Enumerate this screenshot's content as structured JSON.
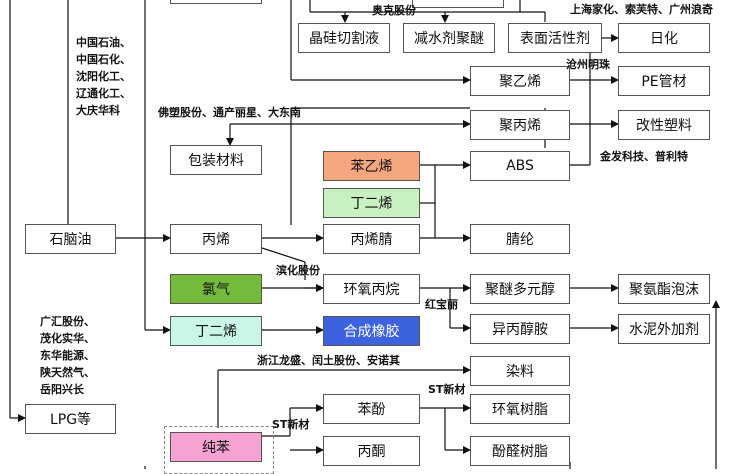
{
  "nodes": {
    "jinggui": "晶硅切割液",
    "jianshui": "减水剂聚醚",
    "biaomian": "表面活性剂",
    "rihua": "日化",
    "juyixi": "聚乙烯",
    "pe": "PE管材",
    "baozhuang": "包装材料",
    "jubingxi": "聚丙烯",
    "gaixing": "改性塑料",
    "benyixi": "苯乙烯",
    "abs": "ABS",
    "dingerxi1": "丁二烯",
    "shinaoyou": "石脑油",
    "bingxi": "丙烯",
    "bingxijing": "丙烯腈",
    "jinglun": "腈纶",
    "luqi": "氯气",
    "huanyang": "环氧丙烷",
    "jumi": "聚醚多元醇",
    "juanzhi": "聚氨酯泡沫",
    "dingerxi2": "丁二烯",
    "hechengxiangjiao": "合成橡胶",
    "yibingchun": "异丙醇胺",
    "shuini": "水泥外加剂",
    "ranliao": "染料",
    "lpg": "LPG等",
    "benfen": "苯酚",
    "huanyangshuzhi": "环氧树脂",
    "chunben": "纯苯",
    "bingtong": "丙酮",
    "fenquan": "酚醛树脂"
  },
  "labels": {
    "zhongguo": [
      "中国石油、",
      "中国石化、",
      "沈阳化工、",
      "辽通化工、",
      "大庆华科"
    ],
    "aoke": "奥克股份",
    "shanghai": "上海家化、索芙特、广州浪奇",
    "cangzhou": "沧州明珠",
    "fosu": "佛塑股份、通产丽星、大东南",
    "jinfa": "金发科技、普利特",
    "binhua": "滨化股份",
    "hongbaoli": "红宝丽",
    "guanghui": [
      "广汇股份、",
      "茂化实华、",
      "东华能源、",
      "陕天然气、",
      "岳阳兴长"
    ],
    "zhejiang": "浙江龙盛、闰土股份、安诺其",
    "st1": "ST新材",
    "st2": "ST新材"
  },
  "colors": {
    "benyixi": "#f5a77f",
    "dingerxi1": "#c8f0c0",
    "luqi": "#74bb3c",
    "dingerxi2": "#c9f6e6",
    "hechengxiangjiao": "#3c62e0",
    "chunben": "#f6a3d4",
    "hechengText": "#ffffff"
  }
}
